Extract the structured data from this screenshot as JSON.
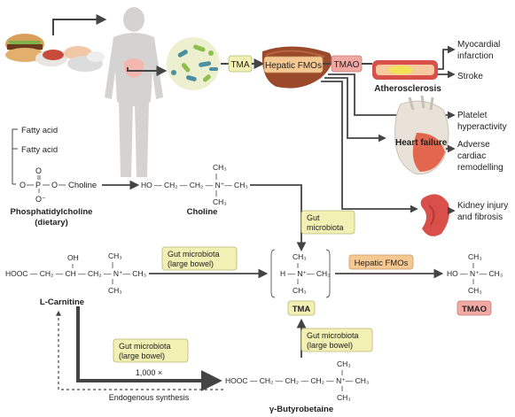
{
  "labels": {
    "tma_box": "TMA",
    "hepatic_fmos_box": "Hepatic FMOs",
    "tmao_box": "TMAO",
    "atherosclerosis": "Atherosclerosis",
    "heart_failure": "Heart failure",
    "outcomes": {
      "myocardial_1": "Myocardial",
      "myocardial_2": "infarction",
      "stroke": "Stroke",
      "platelet_1": "Platelet",
      "platelet_2": "hyperactivity",
      "adverse_1": "Adverse",
      "adverse_2": "cardiac",
      "adverse_3": "remodelling",
      "kidney_1": "Kidney injury",
      "kidney_2": "and fibrosis"
    },
    "fatty_acid_1": "Fatty acid",
    "fatty_acid_2": "Fatty acid",
    "phosphatidylcholine_1": "Phosphatidylcholine",
    "phosphatidylcholine_2": "(dietary)",
    "choline": "Choline",
    "gut_microbiota_1": "Gut",
    "gut_microbiota_2": "microbiota",
    "gut_large_1": "Gut microbiota",
    "gut_large_2": "(large bowel)",
    "gut_large_b1": "Gut microbiota",
    "gut_large_b2": "(large bowel)",
    "gut_large_c1": "Gut microbiota",
    "gut_large_c2": "(large bowel)",
    "hepatic_fmos_box2": "Hepatic FMOs",
    "tma_label": "TMA",
    "tmao_label": "TMAO",
    "l_carnitine": "L-Carnitine",
    "butyrobetaine": "γ-Butyrobetaine",
    "fold": "1,000 ×",
    "endogenous": "Endogenous synthesis"
  },
  "colors": {
    "yellow_box": "#f2f0b3",
    "orange_box": "#f6c892",
    "pink_box": "#f2a9a4",
    "arrow": "#444444"
  }
}
